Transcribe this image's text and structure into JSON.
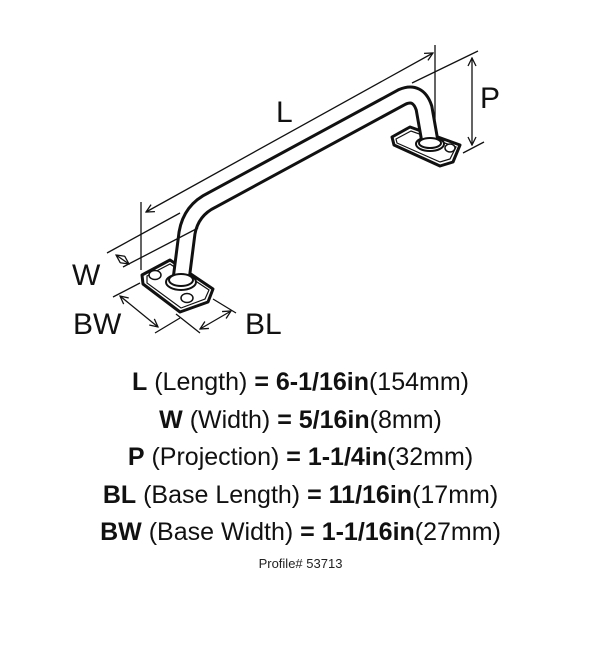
{
  "diagram": {
    "labels": {
      "L": "L",
      "W": "W",
      "P": "P",
      "BW": "BW",
      "BL": "BL"
    }
  },
  "specs": [
    {
      "code": "L",
      "name": "(Length)",
      "eq": "=",
      "imperial": "6-1/16in",
      "metric": "(154mm)"
    },
    {
      "code": "W",
      "name": "(Width)",
      "eq": "=",
      "imperial": "5/16in",
      "metric": "(8mm)"
    },
    {
      "code": "P",
      "name": "(Projection)",
      "eq": "=",
      "imperial": "1-1/4in",
      "metric": "(32mm)"
    },
    {
      "code": "BL",
      "name": "(Base Length)",
      "eq": "=",
      "imperial": "11/16in",
      "metric": "(17mm)"
    },
    {
      "code": "BW",
      "name": "(Base Width)",
      "eq": "=",
      "imperial": "1-1/16in",
      "metric": "(27mm)"
    }
  ],
  "profile": "Profile# 53713"
}
